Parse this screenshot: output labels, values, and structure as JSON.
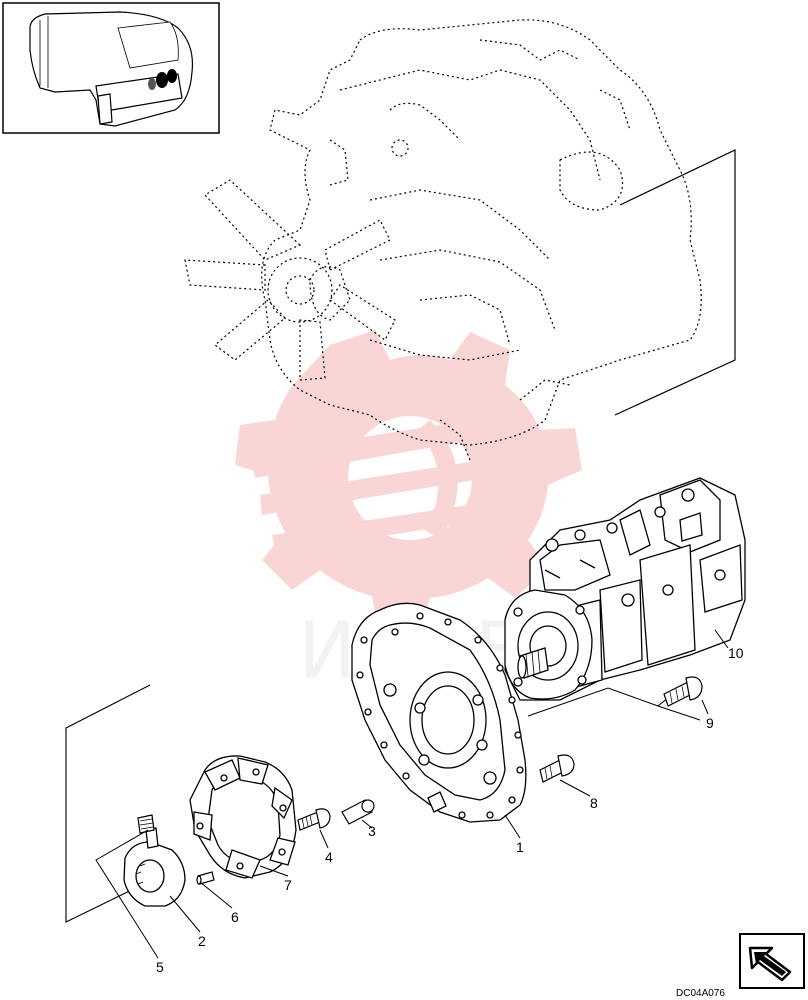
{
  "diagram": {
    "drawing_code": "DC04A076",
    "callouts": [
      "1",
      "2",
      "3",
      "4",
      "5",
      "6",
      "7",
      "8",
      "9",
      "10"
    ],
    "watermark": {
      "text": "ИНТЕХ",
      "color": "#f8b8b8"
    }
  }
}
